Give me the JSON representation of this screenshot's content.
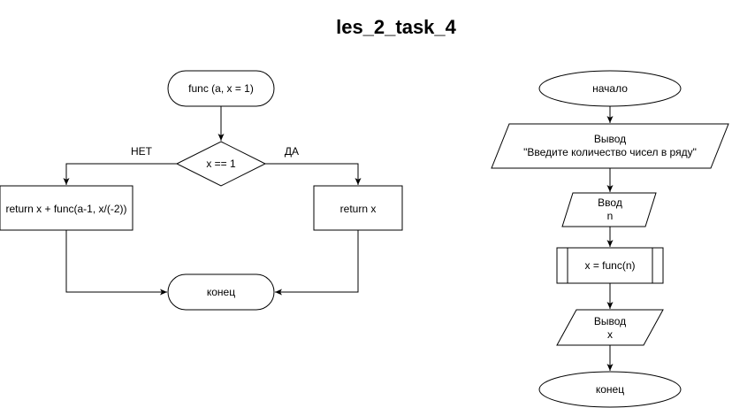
{
  "title": "les_2_task_4",
  "left": {
    "start": "func (a, x = 1)",
    "decision": "x == 1",
    "no_label": "НЕТ",
    "yes_label": "ДА",
    "no_branch": "return x + func(a-1, x/(-2))",
    "yes_branch": "return x",
    "end": "конец"
  },
  "right": {
    "start": "начало",
    "output1": {
      "line1": "Вывод",
      "line2": "\"Введите количество чисел в ряду\""
    },
    "input": {
      "line1": "Ввод",
      "line2": "n"
    },
    "process": "x = func(n)",
    "output2": {
      "line1": "Вывод",
      "line2": "x"
    },
    "end": "конец"
  }
}
